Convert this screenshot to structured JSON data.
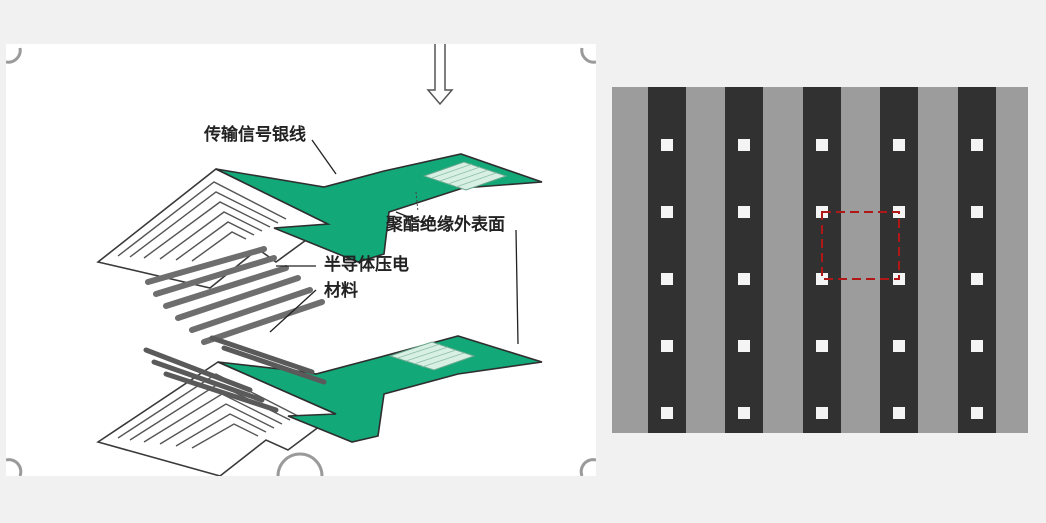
{
  "sensor_diagram": {
    "labels": {
      "signal_lead": "传输信号银线",
      "insulation": "聚酯绝缘外表面",
      "semiconductor_line1": "半导体压电",
      "semiconductor_line2": "材料"
    },
    "colors": {
      "film": "#12a878",
      "electrode_pad": "#d8efe4",
      "outline": "#3a3a3a",
      "strip": "#6e6e6e"
    }
  },
  "electrode_array": {
    "rows": 5,
    "columns": 5,
    "highlighted": {
      "row": 2,
      "column": 3
    },
    "colors": {
      "background": "#9c9c9c",
      "column": "#313131",
      "dot": "#f4f4f4",
      "highlight": "#b01818"
    }
  }
}
